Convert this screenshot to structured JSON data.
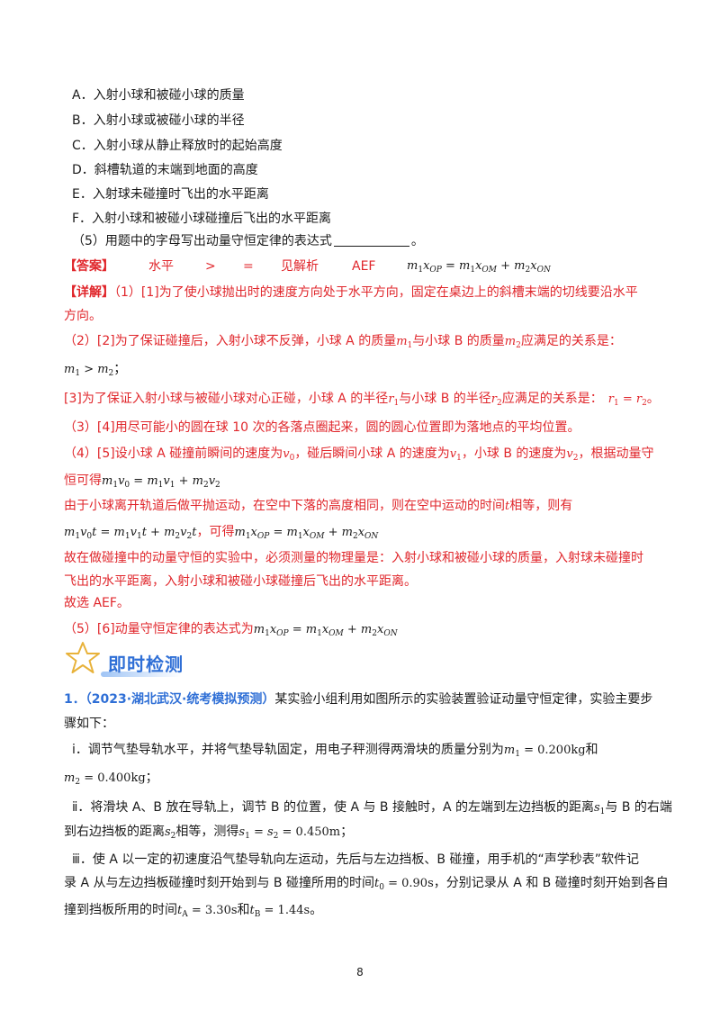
{
  "options": [
    {
      "key": "A",
      "text": "A．入射小球和被碰小球的质量"
    },
    {
      "key": "B",
      "text": "B．入射小球或被碰小球的半径"
    },
    {
      "key": "C",
      "text": "C．入射小球从静止释放时的起始高度"
    },
    {
      "key": "D",
      "text": "D．斜槽轨道的末端到地面的高度"
    },
    {
      "key": "E",
      "text": "E．入射球未碰撞时飞出的水平距离"
    },
    {
      "key": "F",
      "text": "F．入射小球和被碰小球碰撞后飞出的水平距离"
    }
  ],
  "q5": {
    "text": "（5）用题中的字母写出动量守恒定律的表达式",
    "end": "。"
  },
  "answer": {
    "label": "【答案】",
    "items": [
      "水平",
      ">",
      "=",
      "见解析",
      "AEF"
    ],
    "formula": "m₁x_OP = m₁x_OM + m₂x_ON"
  },
  "detail": {
    "label": "【详解】",
    "p1a": "（1）[1]为了使小球抛出时的速度方向处于水平方向，固定在桌边上的斜槽末端的切线要沿水平",
    "p1b": "方向。",
    "p2a": "（2）[2]为了保证碰撞后，入射小球不反弹，小球 A 的质量",
    "p2b": "与小球 B 的质量",
    "p2c": "应满足的关系是：",
    "p2d": "；",
    "p3a": "[3]为了保证入射小球与被碰小球对心正碰，小球 A 的半径",
    "p3b": "与小球 B 的半径",
    "p3c": "应满足的关系是：",
    "p3d": "。",
    "p4": "（3）[4]用尽可能小的圆在球 10 次的各落点圈起来，圆的圆心位置即为落地点的平均位置。",
    "p5a": "（4）[5]设小球 A 碰撞前瞬间的速度为",
    "p5b": "，碰后瞬间小球 A 的速度为",
    "p5c": "，小球 B 的速度为",
    "p5d": "，根据动量守",
    "p5e": "恒可得",
    "p6a": "由于小球离开轨道后做平抛运动，在空中下落的高度相同，则在空中运动的时间",
    "p6b": "相等，则有",
    "p7": "，可得",
    "p8a": "故在做碰撞中的动量守恒的实验中，必须测量的物理量是：入射小球和被碰小球的质量，入射球未碰撞时",
    "p8b": "飞出的水平距离，入射小球和被碰小球碰撞后飞出的水平距离。",
    "p9": "故选 AEF。",
    "p10": "（5）[6]动量守恒定律的表达式为"
  },
  "section": {
    "title": "即时检测",
    "icon": "star-icon"
  },
  "question1": {
    "num": "1．",
    "source": "（2023·湖北武汉·统考模拟预测）",
    "stem_a": "某实验小组利用如图所示的实验装置验证动量守恒定律，实验主要步",
    "stem_b": "骤如下：",
    "s1a": "ⅰ．调节气垫导轨水平，并将气垫导轨固定，用电子秤测得两滑块的质量分别为",
    "s1b": "和",
    "s1c": "；",
    "m1": "= 0.200kg",
    "m2": "= 0.400kg",
    "s2a": "ⅱ．将滑块 A、B 放在导轨上，调节 B 的位置，使 A 与 B 接触时，A 的左端到左边挡板的距离",
    "s2b": "与 B 的右端",
    "s2c": "到右边挡板的距离",
    "s2d": "相等，测得",
    "s2e": "；",
    "s12": "= 0.450m",
    "s3a": "ⅲ．使 A 以一定的初速度沿气垫导轨向左运动，先后与左边挡板、B 碰撞，用手机的“声学秒表”软件记",
    "s3b": "录 A 从与左边挡板碰撞时刻开始到与 B 碰撞所用的时间",
    "s3c": "，分别记录从 A 和 B 碰撞时刻开始到各自",
    "s3d": "撞到挡板所用的时间",
    "s3e": "和",
    "s3f": "。",
    "t0": "= 0.90s",
    "tA": "= 3.30s",
    "tB": "= 1.44s"
  },
  "page_number": "8"
}
